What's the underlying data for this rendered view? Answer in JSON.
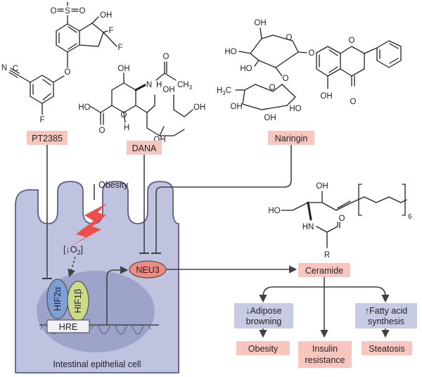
{
  "compounds": {
    "pt2385": {
      "label": "PT2385",
      "atoms": {
        "s": "S",
        "o1": "O",
        "o2": "O",
        "oh": "OH",
        "f1": "F",
        "f2": "F",
        "n": "N",
        "c": "C",
        "o_ether": "O",
        "f3": "F"
      }
    },
    "dana": {
      "label": "DANA",
      "atoms": {
        "oh_top": "OH",
        "nh": "N",
        "h_nh": "H",
        "o_acyl": "O",
        "ch3": "CH",
        "ch3_sub": "3",
        "oh_right": "OH",
        "oh_side": "OH",
        "ho": "HO",
        "o_ring": "O",
        "o_acid": "O",
        "h_bottom": "H",
        "oh_bottom": "OH"
      }
    },
    "naringin": {
      "label": "Naringin",
      "atoms": {
        "oh1": "OH",
        "ho1": "HO",
        "ho2": "HO",
        "o1": "O",
        "o2": "O",
        "o3": "O",
        "o4": "O",
        "o5": "O",
        "h3c": "H",
        "h3c_sub": "3",
        "h3c_c": "C",
        "oh_b1": "OH",
        "oh_b2": "OH",
        "ho3": "HO",
        "oh_flav": "OH",
        "o_keto": "O"
      }
    },
    "ceramide": {
      "atoms": {
        "oh": "OH",
        "ho": "HO",
        "hn": "HN",
        "o": "O",
        "r": "R",
        "sub6": "6"
      }
    }
  },
  "labels": {
    "obesity_signal": "Obesity",
    "hypoxia_prefix": "[↓O",
    "hypoxia_sub": "2",
    "hypoxia_suffix": "]",
    "hif2a": "HIF2α",
    "hif1b": "HIF1β",
    "hre": "HRE",
    "neu3": "NEU3",
    "ceramide": "Ceramide",
    "adipose_line1": "↓Adipose",
    "adipose_line2": "browning",
    "fatty_line1": "↑Fatty acid",
    "fatty_line2": "synthesis",
    "out_obesity": "Obesity",
    "out_insulin_line1": "Insulin",
    "out_insulin_line2": "resistance",
    "out_steatosis": "Steatosis",
    "cell_caption": "Intestinal epithelial cell"
  },
  "colors": {
    "box_pink": "#f7c6be",
    "box_blue": "#c7cbe3",
    "cell_fill": "#bfc3df",
    "cell_stroke": "#5a5e8a",
    "nucleus_fill": "#9ea3c9",
    "hif2a_fill": "#7d9fd6",
    "hif1b_fill": "#cbdb86",
    "neu3_fill": "#ee8c83",
    "lightning": "#ef4d4a",
    "line": "#414042"
  }
}
